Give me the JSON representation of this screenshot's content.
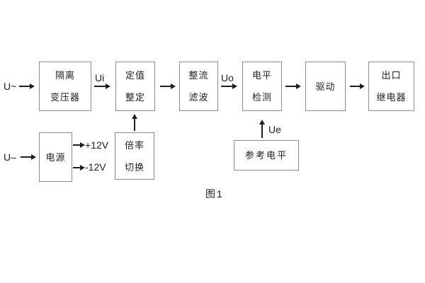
{
  "figure": {
    "caption": "图1",
    "colors": {
      "background": "#ffffff",
      "box_border": "#8a8a8a",
      "line": "#1f1f1f",
      "text": "#1f1f1f"
    },
    "blocks": {
      "isolation_transformer": {
        "line1": "隔离",
        "line2": "变压器"
      },
      "setting_adjust": {
        "line1": "定值",
        "line2": "整定"
      },
      "rectify_filter": {
        "line1": "整流",
        "line2": "滤波"
      },
      "level_detect": {
        "line1": "电平",
        "line2": "检测"
      },
      "drive": {
        "label": "驱动"
      },
      "output_relay": {
        "line1": "出口",
        "line2": "继电器"
      },
      "power_supply": {
        "label": "电源"
      },
      "ratio_switch": {
        "line1": "倍率",
        "line2": "切换"
      },
      "reference_level": {
        "label": "参考电平"
      }
    },
    "signals": {
      "ac_input": "U~",
      "dc_input": "U–",
      "ui": "Ui",
      "uo": "Uo",
      "plus_12v": "+12V",
      "minus_12v": "-12V",
      "ue": "Ue"
    }
  }
}
